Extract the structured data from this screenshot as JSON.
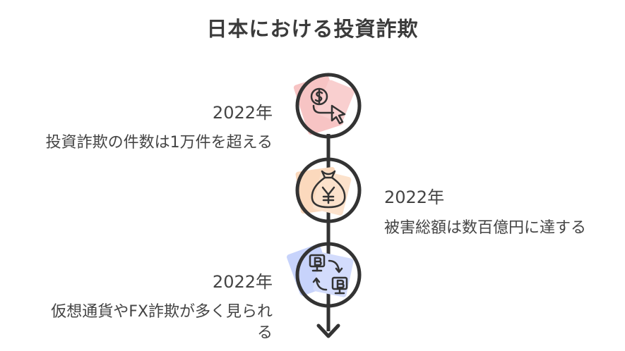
{
  "title": "日本における投資詐欺",
  "events": [
    {
      "year": "2022年",
      "text": "投資詐欺の件数は1万件を超える",
      "icon": "dollar-cursor-icon",
      "accent": "#f7c4c4"
    },
    {
      "year": "2022年",
      "text": "被害総額は数百億円に達する",
      "icon": "yen-moneybag-icon",
      "accent": "#fbd9bd"
    },
    {
      "year": "2022年",
      "text_line1": "仮想通貨やFX詐欺が多く見られ",
      "text_line2": "る",
      "icon": "bitcoin-exchange-icon",
      "accent": "#c7d3fb"
    }
  ]
}
